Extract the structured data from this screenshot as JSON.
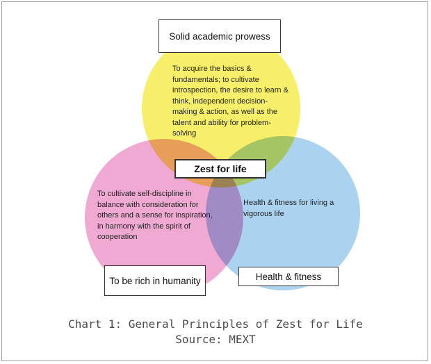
{
  "diagram": {
    "academic": {
      "title": "Solid academic prowess",
      "description": "To acquire the basics & fundamentals; to cultivate introspection, the desire to learn & think, independent decision- making & action, as well as the talent and ability for problem-solving",
      "color": "#f7ee6a"
    },
    "humanity": {
      "title": "To be rich in humanity",
      "description": "To cultivate self-discipline in balance with consideration for others and a sense for inspiration, in harmony with the spirit of cooperation",
      "color": "#efa9d3"
    },
    "health": {
      "title": "Health & fitness",
      "description": "Health & fitness for living a vigorous life",
      "color": "#abd2ee"
    },
    "center": {
      "title": "Zest for life"
    }
  },
  "caption": {
    "line1": "Chart 1: General Principles of Zest for Life",
    "line2": "Source: MEXT"
  }
}
